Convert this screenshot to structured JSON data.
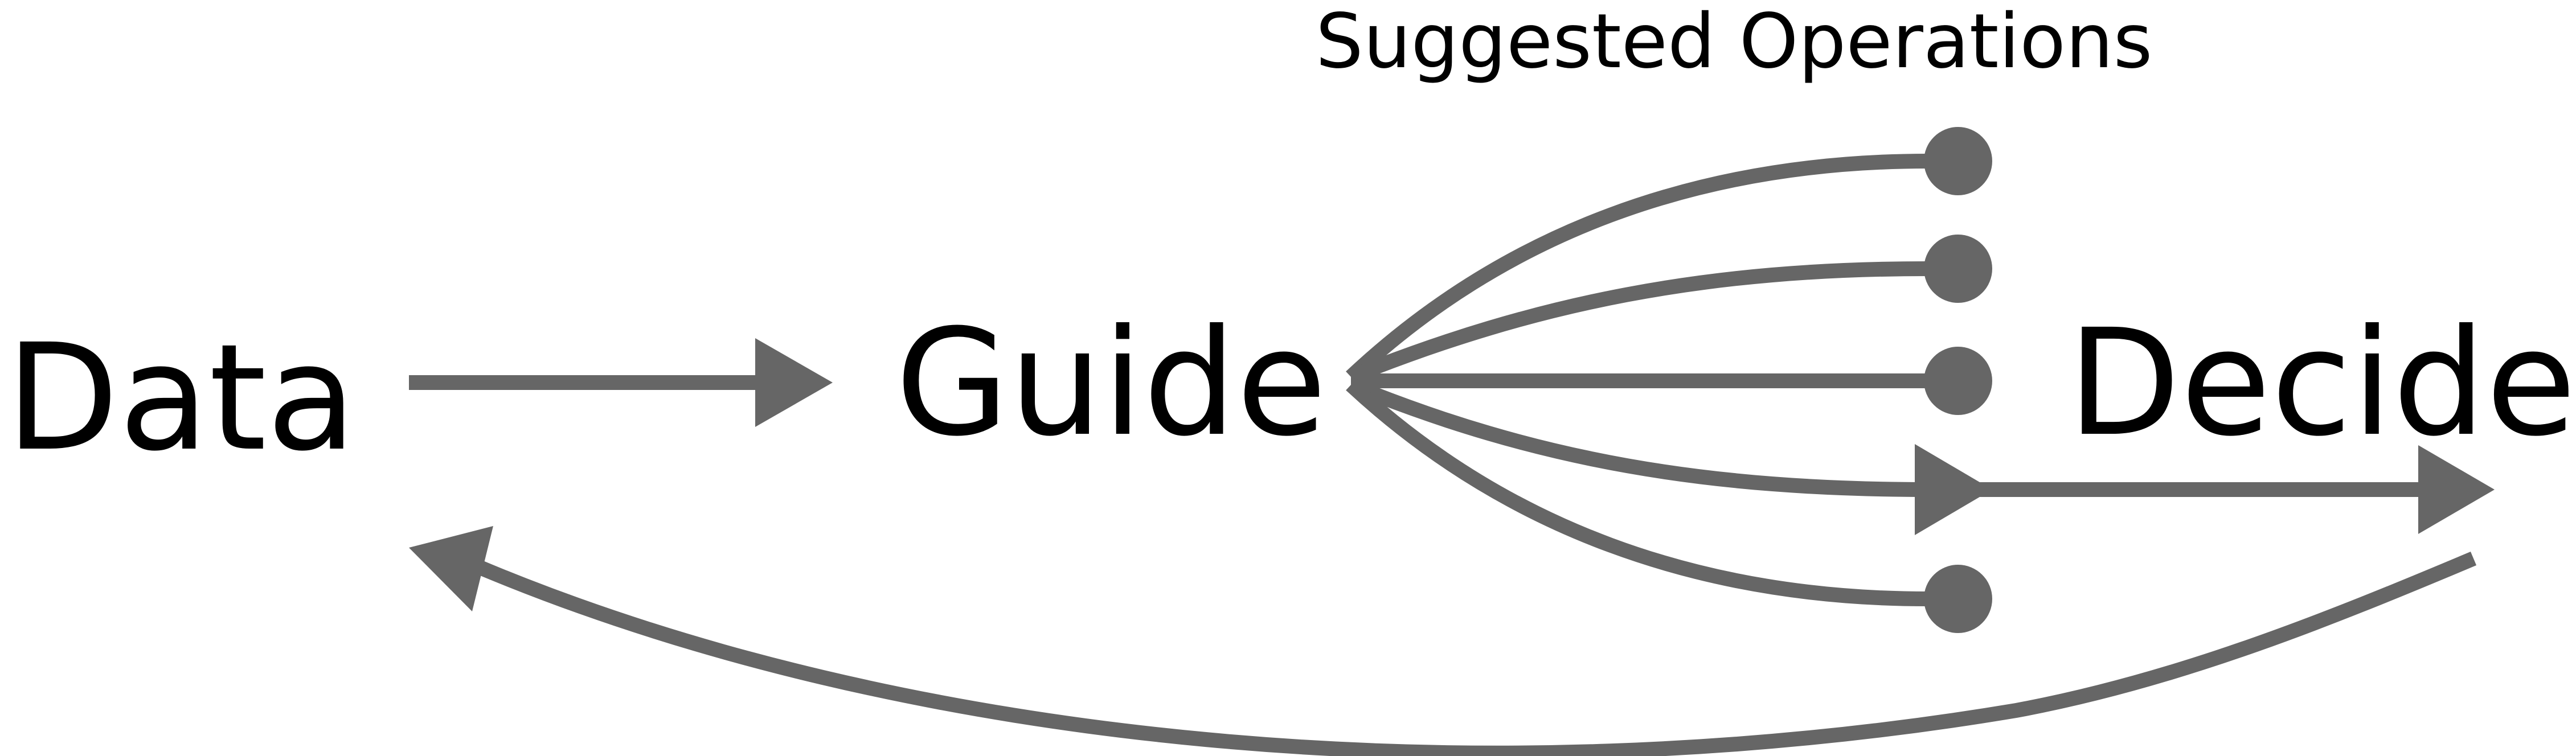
{
  "diagram": {
    "nodes": {
      "data": "Data",
      "guide": "Guide",
      "decide": "Decide"
    },
    "caption": "Suggested Operations",
    "colors": {
      "edge": "#666666",
      "text": "#000000",
      "background": "#ffffff"
    },
    "edges": [
      {
        "from": "Data",
        "to": "Guide",
        "kind": "arrow"
      },
      {
        "from": "Guide",
        "to": "Suggested Operation 1",
        "kind": "dot"
      },
      {
        "from": "Guide",
        "to": "Suggested Operation 2",
        "kind": "dot"
      },
      {
        "from": "Guide",
        "to": "Suggested Operation 3",
        "kind": "dot"
      },
      {
        "from": "Guide",
        "to": "Suggested Operation 4",
        "kind": "arrow"
      },
      {
        "from": "Guide",
        "to": "Suggested Operation 5",
        "kind": "dot"
      },
      {
        "from": "Suggested Operation 4",
        "to": "Decide",
        "kind": "arrow"
      },
      {
        "from": "Decide",
        "to": "Data",
        "kind": "arrow"
      }
    ]
  }
}
